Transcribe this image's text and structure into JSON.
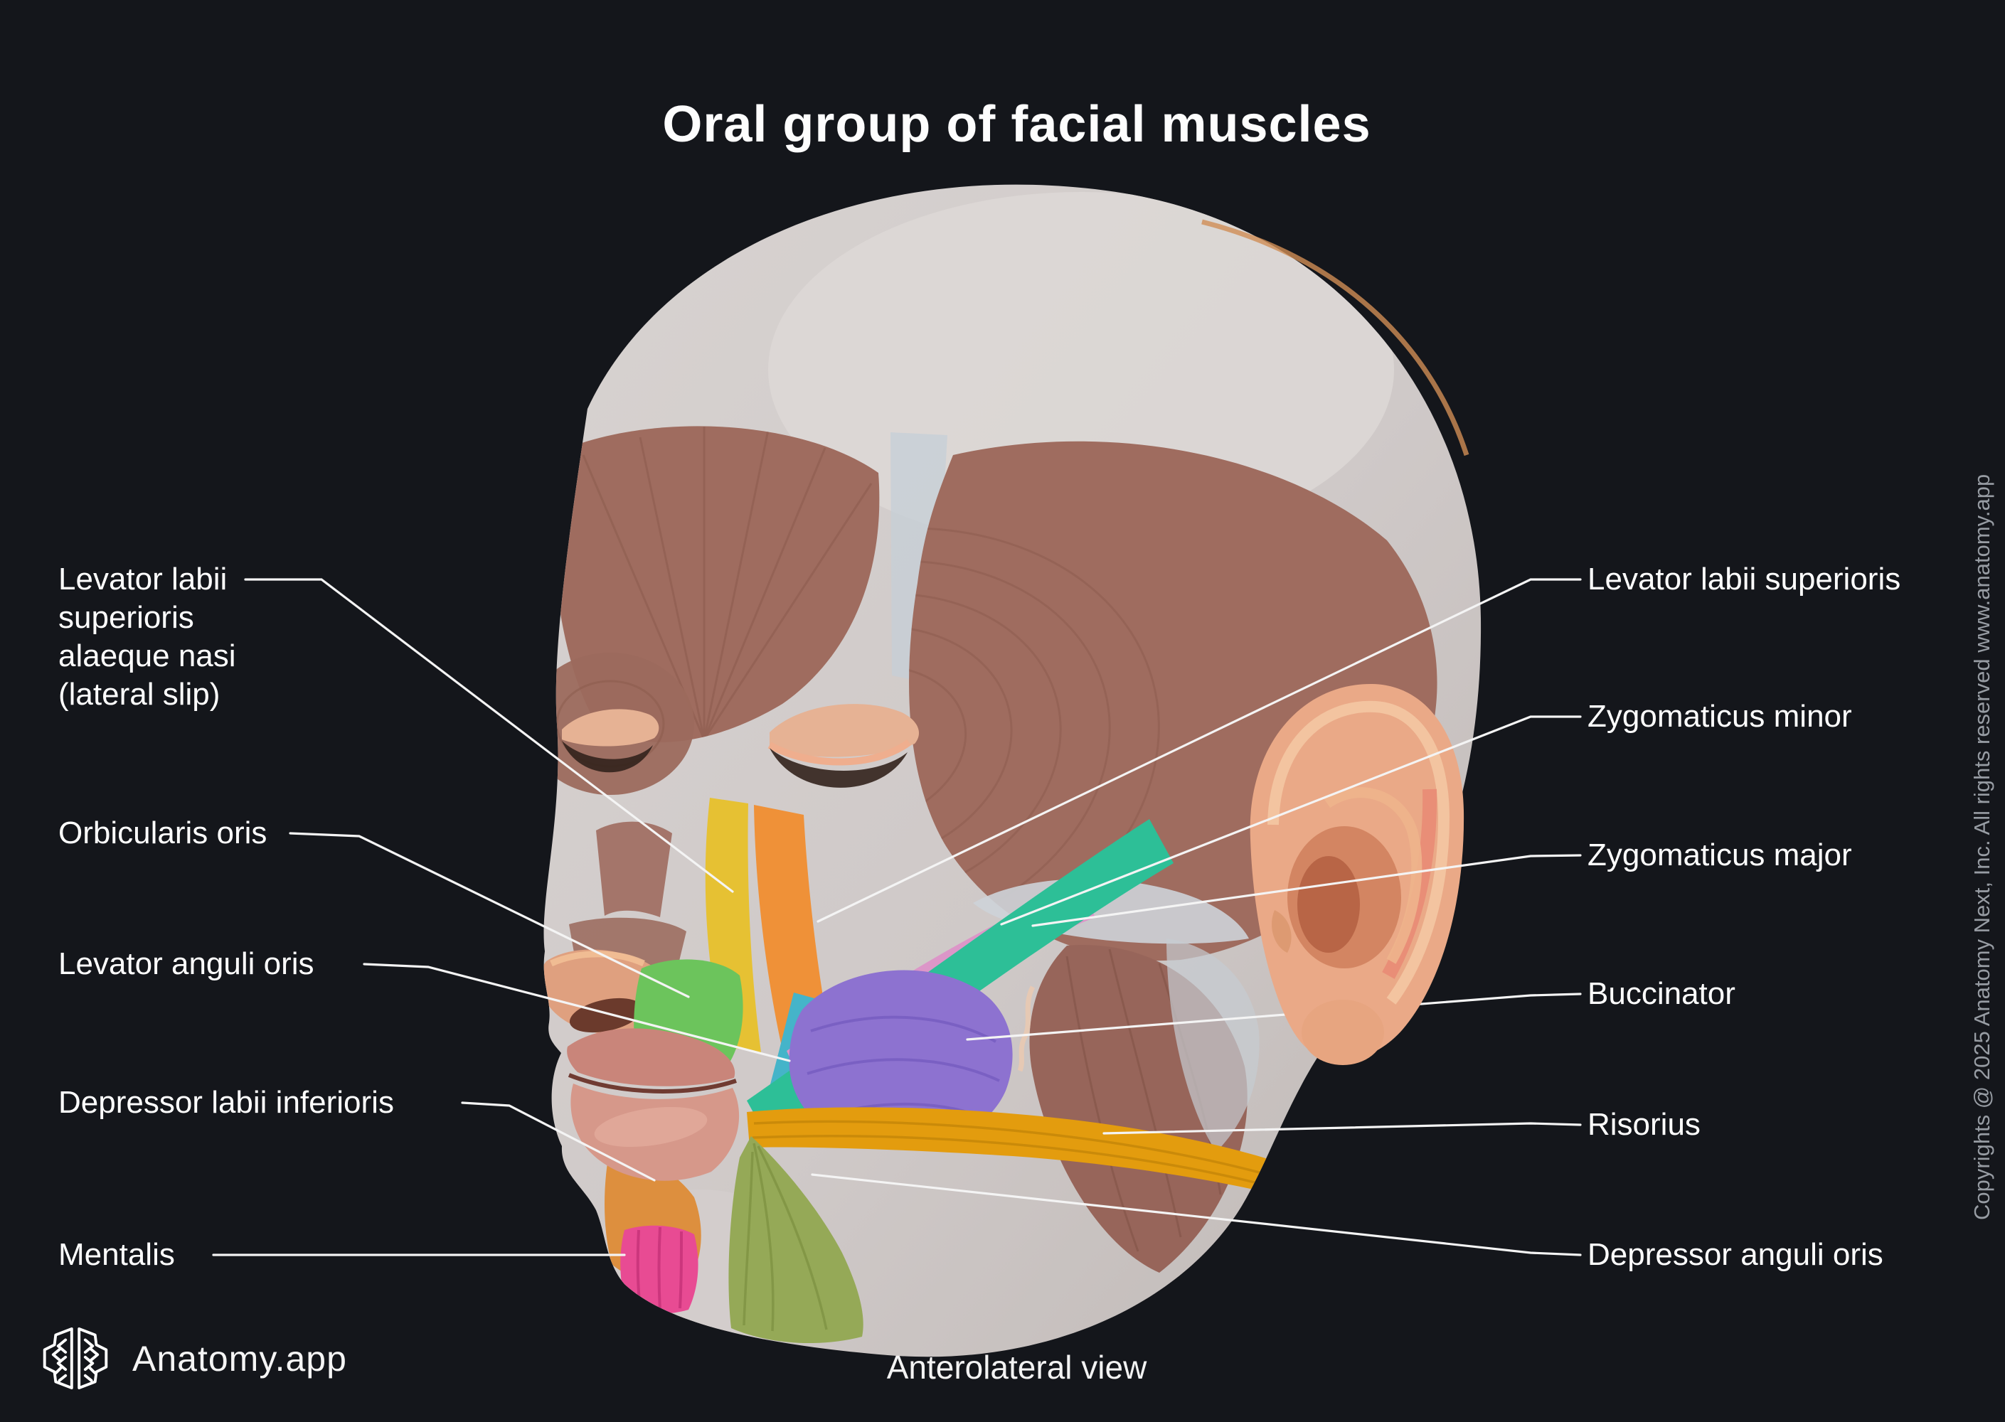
{
  "title": "Oral group of facial muscles",
  "caption": "Anterolateral view",
  "brand": {
    "name": "Anatomy.app"
  },
  "copyright": "Copyrights @ 2025 Anatomy Next, Inc. All rights reserved www.anatomy.app",
  "labels_left": [
    {
      "id": "levator-labii-superioris-alaeque-nasi",
      "text": "Levator labii\nsuperioris\nalaeque nasi\n(lateral slip)"
    },
    {
      "id": "orbicularis-oris",
      "text": "Orbicularis oris"
    },
    {
      "id": "levator-anguli-oris",
      "text": "Levator anguli oris"
    },
    {
      "id": "depressor-labii-inferioris",
      "text": "Depressor labii inferioris"
    },
    {
      "id": "mentalis",
      "text": "Mentalis"
    }
  ],
  "labels_right": [
    {
      "id": "levator-labii-superioris",
      "text": "Levator labii superioris"
    },
    {
      "id": "zygomaticus-minor",
      "text": "Zygomaticus minor"
    },
    {
      "id": "zygomaticus-major",
      "text": "Zygomaticus major"
    },
    {
      "id": "buccinator",
      "text": "Buccinator"
    },
    {
      "id": "risorius",
      "text": "Risorius"
    },
    {
      "id": "depressor-anguli-oris",
      "text": "Depressor anguli oris"
    }
  ],
  "muscle_colors": {
    "levator_labii_superioris_alaeque_nasi": "#e6c133",
    "levator_labii_superioris": "#ef9138",
    "zygomaticus_minor": "#dc96c8",
    "zygomaticus_major": "#2dbf97",
    "levator_anguli_oris": "#45b4c9",
    "orbicularis_oris": "#6cc45c",
    "buccinator": "#8d72d0",
    "risorius": "#e39c0e",
    "depressor_anguli_oris": "#95a957",
    "mentalis": "#e84b93",
    "depressor_labii_inferioris": "#dd8f3e"
  },
  "colors": {
    "background": "#14161b",
    "leader_line": "#f4f4f4",
    "label_text": "#ffffff",
    "copyright_text": "#979ca3"
  }
}
